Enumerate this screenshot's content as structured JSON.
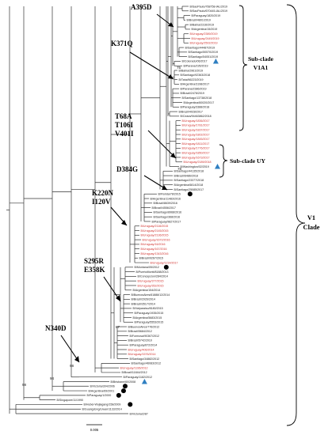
{
  "colors": {
    "branch": "#333333",
    "leaf_default": "#222222",
    "leaf_highlight": "#d0312d",
    "triangle_marker": "#2f7fc1",
    "circle_marker": "#000000"
  },
  "leaves": [
    {
      "label": "B/SaoPaulo/768758-IAL/2019",
      "color": "default"
    },
    {
      "label": "B/SaoPaulo/670445-IAL/2019",
      "color": "default"
    },
    {
      "label": "B/Paraguay/1820/2019",
      "color": "default"
    },
    {
      "label": "B/Brazil/4801/2019",
      "color": "default"
    },
    {
      "label": "B/Bahia/2316/2019",
      "color": "default"
    },
    {
      "label": "B/Argentina/15/2019",
      "color": "default"
    },
    {
      "label": "B/Uruguay/2389/2019",
      "color": "highlight"
    },
    {
      "label": "B/Uruguay/2449/2019",
      "color": "highlight"
    },
    {
      "label": "B/Uruguay/2502/2019",
      "color": "highlight"
    },
    {
      "label": "B/Santiago/44487/2019",
      "color": "default"
    },
    {
      "label": "B/Santiago/50570/2019",
      "color": "default"
    },
    {
      "label": "B/Santiago/54051/2019",
      "color": "default"
    },
    {
      "label": "B/Colorado/06/2017",
      "color": "default",
      "marker": "triangle"
    },
    {
      "label": "B/Parana/195/2019",
      "color": "default"
    },
    {
      "label": "B/Bahia/2961/2019",
      "color": "default"
    },
    {
      "label": "B/Santiago/92363/2018",
      "color": "default"
    },
    {
      "label": "B/Tatui/66223/2019",
      "color": "default"
    },
    {
      "label": "B/Argentina/3198/2017",
      "color": "default"
    },
    {
      "label": "B/Parana/2386/2019",
      "color": "default"
    },
    {
      "label": "B/Brazil/2478/2019",
      "color": "default"
    },
    {
      "label": "B/Santiago/13738/2018",
      "color": "default"
    },
    {
      "label": "B/Argentina/60020/2017",
      "color": "default"
    },
    {
      "label": "B/Paraguay/3388/2018",
      "color": "default"
    },
    {
      "label": "B/Brazil/4028/2017",
      "color": "default"
    },
    {
      "label": "B/Ceara/94463862/2018",
      "color": "default"
    },
    {
      "label": "B/Uruguay/1836/2017",
      "color": "highlight"
    },
    {
      "label": "B/Uruguay/1781/2017",
      "color": "highlight"
    },
    {
      "label": "B/Uruguay/1837/2017",
      "color": "highlight"
    },
    {
      "label": "B/Uruguay/1802/2017",
      "color": "highlight"
    },
    {
      "label": "B/Uruguay/1845/2017",
      "color": "highlight"
    },
    {
      "label": "B/Uruguay/1811/2017",
      "color": "highlight"
    },
    {
      "label": "B/Uruguay/1776/2017",
      "color": "highlight"
    },
    {
      "label": "B/Uruguay/1850/2017",
      "color": "highlight"
    },
    {
      "label": "B/Uruguay/1673/2017",
      "color": "highlight"
    },
    {
      "label": "B/Uruguay/2189/2018",
      "color": "highlight"
    },
    {
      "label": "B/Washington/02/2019",
      "color": "default",
      "marker": "triangle"
    },
    {
      "label": "B/Santiago/44135/2018",
      "color": "default"
    },
    {
      "label": "B/Brazil/6486/2018",
      "color": "default"
    },
    {
      "label": "B/Santiago/23377/2018",
      "color": "default"
    },
    {
      "label": "B/Argentina/6814/2018",
      "color": "default"
    },
    {
      "label": "B/Santiago/25085/2017",
      "color": "default"
    },
    {
      "label": "B/Florida/78/2015",
      "color": "default",
      "marker": "circle"
    },
    {
      "label": "B/Argentina/11483/2016",
      "color": "default"
    },
    {
      "label": "B/Brazil/8639/2016",
      "color": "default"
    },
    {
      "label": "B/Brazil/4556/2017",
      "color": "default"
    },
    {
      "label": "B/Santiago/8968/2016",
      "color": "default"
    },
    {
      "label": "B/Santiago/368/2016",
      "color": "default"
    },
    {
      "label": "B/Paraguay/9827/2017",
      "color": "default"
    },
    {
      "label": "B/Uruguay/2116/2015",
      "color": "highlight"
    },
    {
      "label": "B/Uruguay/2145/2015",
      "color": "highlight"
    },
    {
      "label": "B/Uruguay/2136/2015",
      "color": "highlight"
    },
    {
      "label": "B/Uruguay/1672/2016",
      "color": "highlight"
    },
    {
      "label": "B/Uruguay/16/2016",
      "color": "highlight"
    },
    {
      "label": "B/Uruguay/167/2016",
      "color": "highlight"
    },
    {
      "label": "B/Uruguay/1343/2016",
      "color": "highlight"
    },
    {
      "label": "B/Brazil/9267/2015",
      "color": "default"
    },
    {
      "label": "B/Uruguay/1214/2017",
      "color": "highlight"
    },
    {
      "label": "B/Montana/05/2012",
      "color": "default",
      "marker": "circle"
    },
    {
      "label": "B/PuertoMontt/8188/2013",
      "color": "default"
    },
    {
      "label": "B/Concepcion/284/2014",
      "color": "default"
    },
    {
      "label": "B/Uruguay/377/2015",
      "color": "highlight"
    },
    {
      "label": "B/Uruguay/352/2015",
      "color": "highlight"
    },
    {
      "label": "B/Argentina/154/2014",
      "color": "default"
    },
    {
      "label": "B/BuenosAires/61888/12/2014",
      "color": "default"
    },
    {
      "label": "B/Brazil/2926/2014",
      "color": "default"
    },
    {
      "label": "B/Brazil/3517/2014",
      "color": "default"
    },
    {
      "label": "B/Valparaiso/8180/2015",
      "color": "default"
    },
    {
      "label": "B/Paraguay/1935/2015",
      "color": "default"
    },
    {
      "label": "B/Argentina/5683/2015",
      "color": "default"
    },
    {
      "label": "B/Paraguay/5553/2015",
      "color": "default"
    },
    {
      "label": "B/BuenosAires/776/2012",
      "color": "default"
    },
    {
      "label": "B/Brazil/5684/2012",
      "color": "default"
    },
    {
      "label": "B/Formosa/90367/2012",
      "color": "default"
    },
    {
      "label": "B/Brazil/5742/2010",
      "color": "default"
    },
    {
      "label": "B/Paraguay/872/2014",
      "color": "default"
    },
    {
      "label": "B/Uruguay/406/2014",
      "color": "highlight"
    },
    {
      "label": "B/Uruguay/1576/2014",
      "color": "highlight"
    },
    {
      "label": "B/Santiago/34882/2012",
      "color": "default"
    },
    {
      "label": "B/Santiago/46083/2012",
      "color": "default"
    },
    {
      "label": "B/Uruguay/1336/2012",
      "color": "highlight"
    },
    {
      "label": "B/Brazil/11844/2012",
      "color": "default"
    },
    {
      "label": "B/Paraguay/1182/2012",
      "color": "default"
    },
    {
      "label": "B/Brisbane/60/2008",
      "color": "default",
      "marker": "triangle"
    },
    {
      "label": "B/Victoria/304/2006",
      "color": "default",
      "marker": "circle"
    },
    {
      "label": "B/Argentina/69/2001",
      "color": "default",
      "marker": "circle"
    },
    {
      "label": "B/Paraguay/1/2000",
      "color": "default",
      "marker": "circle"
    },
    {
      "label": "B/Singapore/11/1990",
      "color": "default"
    },
    {
      "label": "B/Hubei-Wujiagang/158/2009",
      "color": "default",
      "marker": "circle"
    },
    {
      "label": "B/Guangdong/Liwan/1133/2014",
      "color": "default"
    },
    {
      "label": "B/Victoria/2/87",
      "color": "default"
    }
  ],
  "support_values": [
    "75",
    "78",
    "87",
    "98",
    "94",
    "98"
  ],
  "mutations": [
    {
      "lines": [
        "A395D"
      ]
    },
    {
      "lines": [
        "K371Q"
      ]
    },
    {
      "lines": [
        "T68A",
        "T106I",
        "V401I"
      ]
    },
    {
      "lines": [
        "D384G"
      ]
    },
    {
      "lines": [
        "K220N",
        "I120V"
      ]
    },
    {
      "lines": [
        "S295R",
        "E358K"
      ]
    },
    {
      "lines": [
        "N340D"
      ]
    }
  ],
  "clades": {
    "sub_v1a1": [
      "Sub-clade",
      "V1A1"
    ],
    "sub_uy": [
      "Sub-clade UY"
    ],
    "v1": [
      "V1",
      "Clade"
    ]
  },
  "scale_bar": {
    "label": "0.005"
  }
}
